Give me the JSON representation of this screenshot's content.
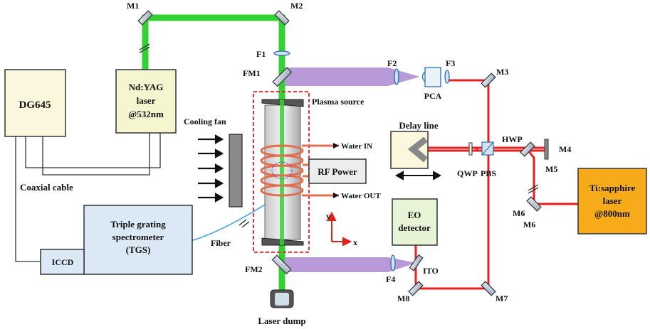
{
  "colors": {
    "green_beam": "#32d233",
    "red_beam": "#e8201f",
    "thz_beam": "#b99ad8",
    "dg645_fill": "#fbf7dc",
    "ndyag_fill": "#f5f5d0",
    "tgs_fill": "#dbe9f6",
    "iccd_fill": "#dbe9f6",
    "ti_fill": "#f6ab1a",
    "eo_fill": "#e7f4d6",
    "rf_fill": "#ededed",
    "coil": "#e07050",
    "dashed_box": "#e0201f",
    "axis": "#e0201f",
    "fiber": "#3aa0d8"
  },
  "labels": {
    "dg645": "DG645",
    "ndyag_line1": "Nd:YAG",
    "ndyag_line2": "laser",
    "ndyag_line3": "@532nm",
    "coaxial_cable": "Coaxial cable",
    "cooling_fan": "Cooling fan",
    "plasma_source": "Plasma source",
    "water_in": "Water IN",
    "water_out": "Water OUT",
    "rf_power": "RF Power",
    "tgs_line1": "Triple grating",
    "tgs_line2": "spectrometer",
    "tgs_line3": "(TGS)",
    "iccd": "ICCD",
    "fiber": "Fiber",
    "laser_dump": "Laser dump",
    "delay_line": "Delay line",
    "eo_line1": "EO",
    "eo_line2": "detector",
    "ti_line1": "Ti:sapphire",
    "ti_line2": "laser",
    "ti_line3": "@800nm",
    "pca": "PCA",
    "ito": "ITO",
    "hwp": "HWP",
    "qwp": "QWP",
    "pbs": "PBS",
    "axis_y": "y",
    "axis_x": "x",
    "m1": "M1",
    "m2": "M2",
    "m3": "M3",
    "m4": "M4",
    "m5": "M5",
    "m6a": "M6",
    "m6b": "M6",
    "m7": "M7",
    "m8": "M8",
    "f1": "F1",
    "f2": "F2",
    "f3": "F3",
    "f4": "F4",
    "fm1": "FM1",
    "fm2": "FM2"
  }
}
